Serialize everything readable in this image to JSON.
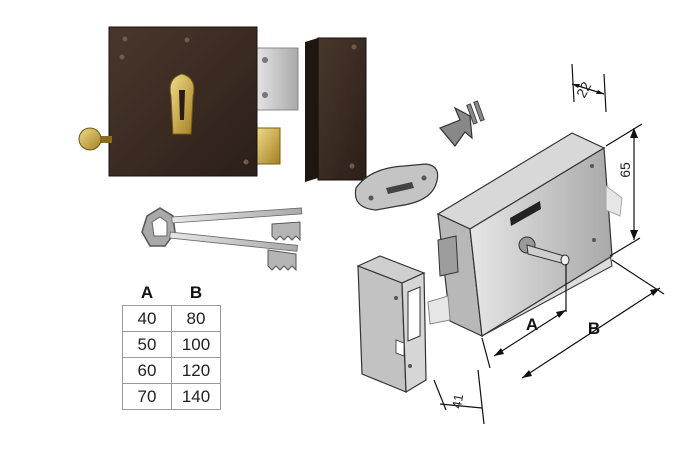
{
  "table": {
    "headers": [
      "A",
      "B"
    ],
    "rows": [
      [
        "40",
        "80"
      ],
      [
        "50",
        "100"
      ],
      [
        "60",
        "120"
      ],
      [
        "70",
        "140"
      ]
    ]
  },
  "dimensions": {
    "thickness": "22",
    "height": "65",
    "keeper_depth": "41",
    "label_a": "A",
    "label_b": "B"
  },
  "colors": {
    "lock_body": "#3a2a22",
    "brass": "#c9a53a",
    "steel": "#c9c9c9",
    "outline": "#333333"
  }
}
